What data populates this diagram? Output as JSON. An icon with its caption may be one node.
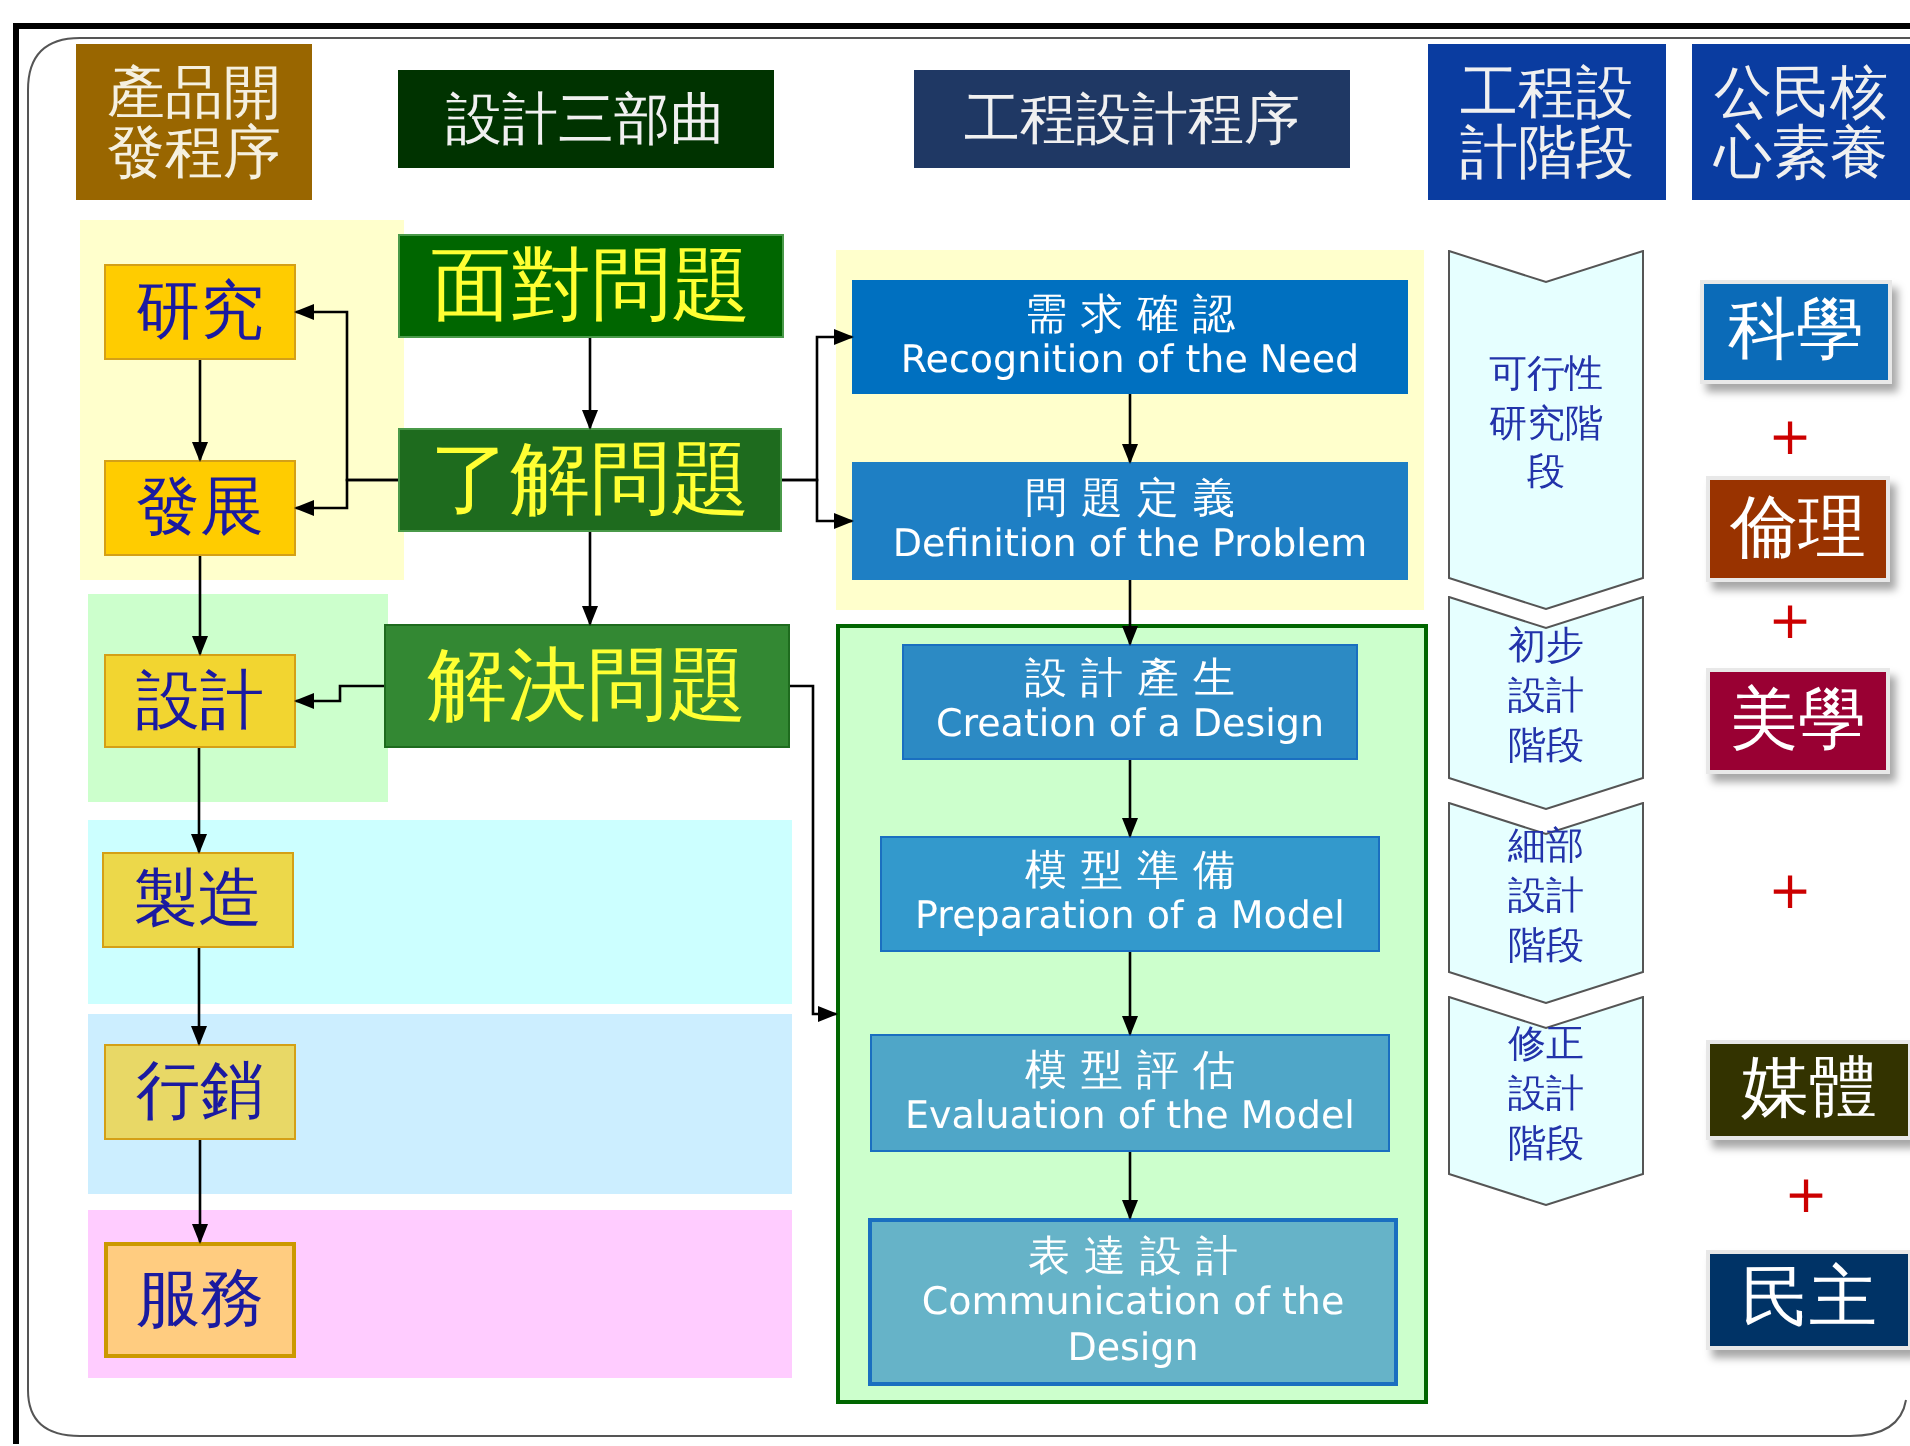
{
  "diagram": {
    "nodes": [
      {
        "text": [
          "產品開發程序"
        ]
      },
      {
        "text": [
          "設計三部曲"
        ]
      },
      {
        "text": [
          "工程設計程序"
        ]
      },
      {
        "text": [
          "工程設計階段"
        ]
      },
      {
        "text": [
          "公民核心素養"
        ]
      },
      {
        "text": [
          "研究"
        ]
      },
      {
        "text": [
          "面對問題"
        ]
      },
      {
        "text": [
          "發展"
        ]
      },
      {
        "text": [
          "了解問題"
        ]
      },
      {
        "text": [
          "需求確認",
          "Recognition of the Need"
        ]
      },
      {
        "text": [
          "問題定義",
          "Definition of the Problem"
        ]
      },
      {
        "text": [
          "設計"
        ]
      },
      {
        "text": [
          "解決問題"
        ]
      },
      {
        "text": [],
        "shape": "box"
      },
      {
        "text": [
          "設計產生",
          "Creation of a Design"
        ],
        "in": 13
      },
      {
        "text": [
          "模型準備",
          "Preparation of a Model"
        ],
        "in": 13
      },
      {
        "text": [
          "模型評估",
          "Evaluation of the Model"
        ],
        "in": 13
      },
      {
        "text": [
          "表達設計",
          "Communication of the Design"
        ],
        "in": 13
      },
      {
        "text": [
          "製造"
        ]
      },
      {
        "text": [
          "行銷"
        ]
      },
      {
        "text": [
          "服務"
        ]
      },
      {
        "text": [
          "可行性研究階段"
        ]
      },
      {
        "text": [
          "初步設計階段"
        ]
      },
      {
        "text": [
          "細部設計階段"
        ]
      },
      {
        "text": [
          "修正設計階段"
        ]
      },
      {
        "text": [
          "科學"
        ]
      },
      {
        "text": [
          "倫理"
        ]
      },
      {
        "text": [
          "美學"
        ]
      },
      {
        "text": [
          "媒體"
        ]
      },
      {
        "text": [
          "民主"
        ]
      }
    ],
    "edges": [
      {
        "from": 6,
        "to": 8,
        "arrow": "to"
      },
      {
        "from": 8,
        "to": 5,
        "arrow": "to"
      },
      {
        "from": 8,
        "to": 7,
        "arrow": "to"
      },
      {
        "from": 5,
        "to": 7,
        "arrow": "to"
      },
      {
        "from": 8,
        "to": 12,
        "arrow": "to"
      },
      {
        "from": 8,
        "to": 9,
        "arrow": "to"
      },
      {
        "from": 8,
        "to": 10,
        "arrow": "to"
      },
      {
        "from": 7,
        "to": 11,
        "arrow": "to"
      },
      {
        "from": 12,
        "to": 11,
        "arrow": "to"
      },
      {
        "from": 12,
        "to": 13,
        "arrow": "to"
      },
      {
        "from": 9,
        "to": 10,
        "arrow": "to"
      },
      {
        "from": 10,
        "to": 14,
        "arrow": "to"
      },
      {
        "from": 14,
        "to": 15,
        "arrow": "to"
      },
      {
        "from": 15,
        "to": 16,
        "arrow": "to"
      },
      {
        "from": 16,
        "to": 17,
        "arrow": "to"
      },
      {
        "from": 11,
        "to": 18,
        "arrow": "to"
      },
      {
        "from": 18,
        "to": 19,
        "arrow": "to"
      },
      {
        "from": 19,
        "to": 20,
        "arrow": "to"
      }
    ],
    "labels": [
      "+",
      "+",
      "+",
      "+"
    ]
  }
}
